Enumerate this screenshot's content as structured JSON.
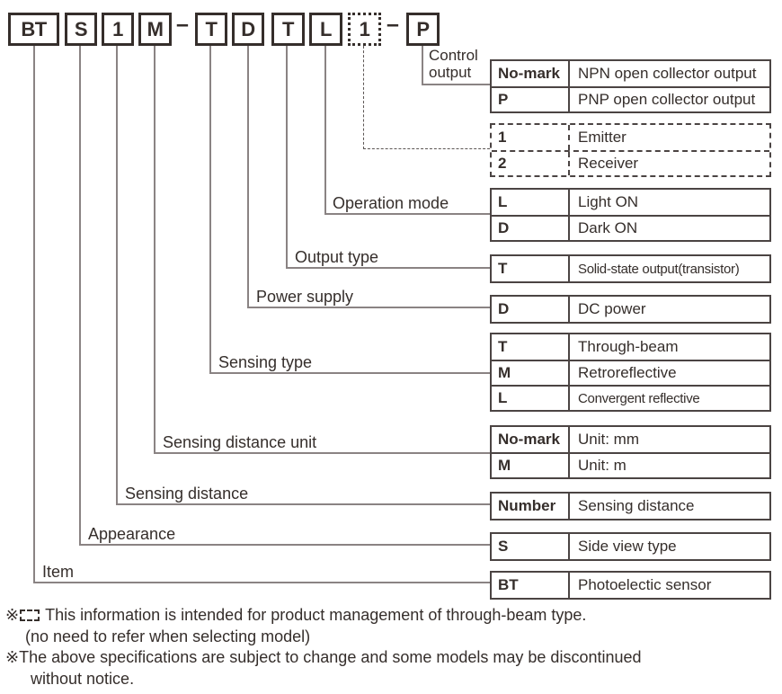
{
  "code": {
    "segments": [
      "BT",
      "S",
      "1",
      "M",
      "T",
      "D",
      "T",
      "L",
      "1",
      "P"
    ],
    "separator": "–",
    "full_model": "BTS1M-TDTL1-P"
  },
  "labels": {
    "control_output_line1": "Control",
    "control_output_line2": "output",
    "operation_mode": "Operation mode",
    "output_type": "Output type",
    "power_supply": "Power supply",
    "sensing_type": "Sensing type",
    "sensing_distance_unit": "Sensing distance unit",
    "sensing_distance": "Sensing distance",
    "appearance": "Appearance",
    "item": "Item"
  },
  "tables": {
    "control_output": {
      "rows": [
        {
          "code": "No-mark",
          "desc": "NPN open collector output"
        },
        {
          "code": "P",
          "desc": "PNP open collector output"
        }
      ]
    },
    "beam_role": {
      "rows": [
        {
          "code": "1",
          "desc": "Emitter"
        },
        {
          "code": "2",
          "desc": "Receiver"
        }
      ]
    },
    "operation_mode": {
      "rows": [
        {
          "code": "L",
          "desc": "Light ON"
        },
        {
          "code": "D",
          "desc": "Dark ON"
        }
      ]
    },
    "output_type": {
      "rows": [
        {
          "code": "T",
          "desc": "Solid-state output(transistor)"
        }
      ]
    },
    "power_supply": {
      "rows": [
        {
          "code": "D",
          "desc": "DC power"
        }
      ]
    },
    "sensing_type": {
      "rows": [
        {
          "code": "T",
          "desc": "Through-beam"
        },
        {
          "code": "M",
          "desc": "Retroreflective"
        },
        {
          "code": "L",
          "desc": "Convergent reflective"
        }
      ]
    },
    "sensing_distance_unit": {
      "rows": [
        {
          "code": "No-mark",
          "desc": "Unit: mm"
        },
        {
          "code": "M",
          "desc": "Unit: m"
        }
      ]
    },
    "sensing_distance": {
      "rows": [
        {
          "code": "Number",
          "desc": "Sensing distance"
        }
      ]
    },
    "appearance": {
      "rows": [
        {
          "code": "S",
          "desc": "Side view type"
        }
      ]
    },
    "item": {
      "rows": [
        {
          "code": "BT",
          "desc": "Photoelectic sensor"
        }
      ]
    }
  },
  "notes": {
    "ref_mark": "※",
    "note1": "This information is intended for product management of through-beam type.",
    "note1_sub": "(no need to refer when selecting model)",
    "note2": "The above specifications are subject to change and some models may be discontinued",
    "note2_cont": "without notice."
  },
  "colors": {
    "ink": "#352e2b",
    "connector_line": "#8a8383",
    "table_border": "#4b4443"
  }
}
